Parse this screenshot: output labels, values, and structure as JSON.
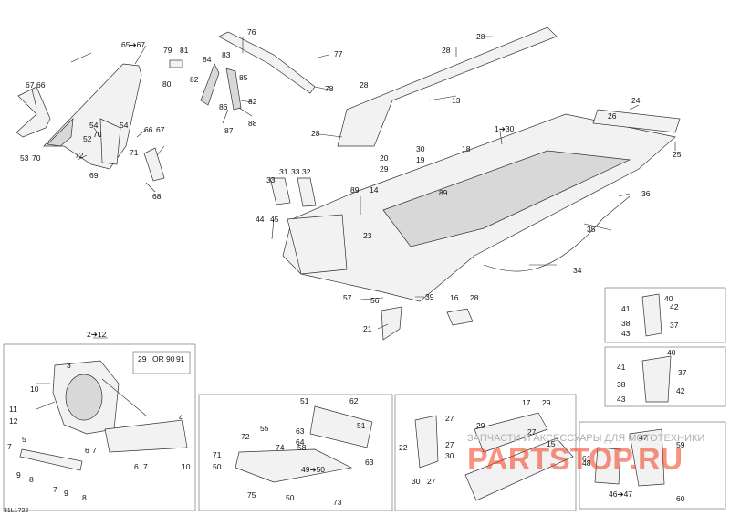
{
  "diagram": {
    "code": "31L1722",
    "watermark_text": "ЗАПЧАСТИ И АКСЕССУАРЫ ДЛЯ МОТОТЕХНИКИ",
    "logo": "PARTSTOP.RU",
    "colors": {
      "lines": "#222222",
      "logo": "#f03a1a",
      "inset_border": "#777777"
    },
    "labels": [
      "65➔67",
      "79",
      "81",
      "80",
      "84",
      "83",
      "82",
      "85",
      "82",
      "86",
      "88",
      "87",
      "76",
      "77",
      "78",
      "67",
      "66",
      "54",
      "52",
      "70",
      "72",
      "54",
      "66",
      "67",
      "71",
      "53",
      "70",
      "69",
      "68",
      "28",
      "28",
      "13",
      "28",
      "1➔30",
      "24",
      "26",
      "25",
      "28",
      "31",
      "33",
      "32",
      "33",
      "20",
      "29",
      "30",
      "19",
      "18",
      "89",
      "14",
      "89",
      "44",
      "45",
      "23",
      "36",
      "35",
      "34",
      "57",
      "56",
      "39",
      "16",
      "28",
      "21",
      "41",
      "40",
      "42",
      "38",
      "37",
      "43",
      "40",
      "41",
      "37",
      "38",
      "42",
      "43",
      "2➔12",
      "29",
      "OR",
      "90",
      "91",
      "3",
      "10",
      "11",
      "12",
      "5",
      "4",
      "7",
      "6",
      "7",
      "9",
      "8",
      "7",
      "9",
      "8",
      "6",
      "7",
      "10",
      "51",
      "62",
      "63",
      "51",
      "64",
      "63",
      "72",
      "55",
      "71",
      "74",
      "58",
      "50",
      "49➔50",
      "75",
      "50",
      "73",
      "17",
      "29",
      "27",
      "29",
      "27",
      "15",
      "22",
      "27",
      "30",
      "30",
      "27",
      "47",
      "59",
      "61",
      "48",
      "46➔47",
      "60"
    ]
  }
}
